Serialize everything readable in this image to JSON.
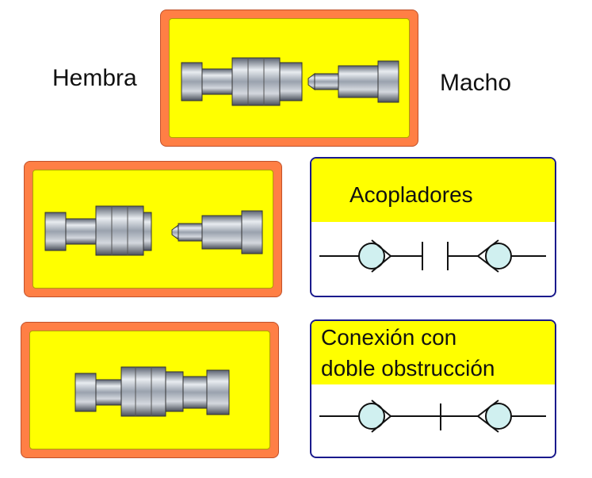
{
  "labels": {
    "female": "Hembra",
    "male": "Macho"
  },
  "symbols": {
    "couplers": {
      "title": "Acopladores"
    },
    "double": {
      "title_line1": "Conexión con",
      "title_line2": "doble obstrucción"
    }
  },
  "colors": {
    "panel_border": "#ff7f45",
    "panel_fill": "#ffff00",
    "symbol_border": "#1a1a8c",
    "metal": "#a8aeb8"
  },
  "icons": [
    "female-coupler-icon",
    "male-coupler-icon",
    "coupled-connector-icon",
    "coupler-symbol-icon"
  ]
}
